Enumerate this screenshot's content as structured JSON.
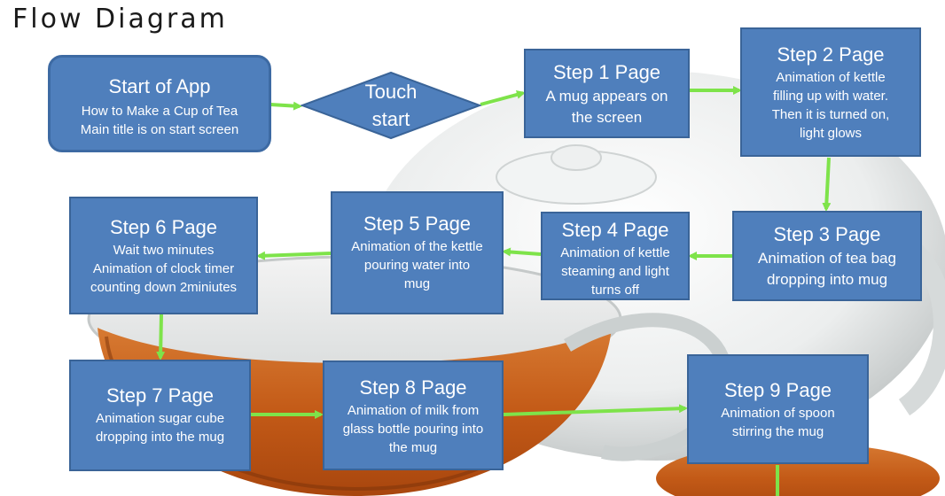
{
  "header": {
    "title": "Flow Diagram"
  },
  "nodes": {
    "start": {
      "title": "Start of App",
      "lines": [
        "How to Make a Cup of Tea",
        "Main title is on start screen"
      ]
    },
    "touch": {
      "lines": [
        "Touch",
        "start"
      ]
    },
    "step1": {
      "title": "Step 1 Page",
      "lines": [
        "A mug appears on",
        "the screen"
      ]
    },
    "step2": {
      "title": "Step 2 Page",
      "lines": [
        "Animation of kettle",
        "filling up with water.",
        "Then it is turned on,",
        "light glows"
      ]
    },
    "step3": {
      "title": "Step 3 Page",
      "lines": [
        "Animation of tea bag",
        "dropping into mug"
      ]
    },
    "step4": {
      "title": "Step 4 Page",
      "lines": [
        "Animation of kettle",
        "steaming and light",
        "turns off"
      ]
    },
    "step5": {
      "title": "Step 5 Page",
      "lines": [
        "Animation of the kettle",
        "pouring water  into",
        "mug"
      ]
    },
    "step6": {
      "title": "Step 6 Page",
      "lines": [
        "Wait two minutes",
        "Animation of clock timer",
        "counting down 2miniutes"
      ]
    },
    "step7": {
      "title": "Step 7 Page",
      "lines": [
        "Animation sugar cube",
        "dropping into the mug"
      ]
    },
    "step8": {
      "title": "Step 8 Page",
      "lines": [
        "Animation  of milk from",
        "glass bottle pouring into",
        "the mug"
      ]
    },
    "step9": {
      "title": "Step 9 Page",
      "lines": [
        "Animation of spoon",
        "stirring the mug"
      ]
    }
  },
  "colors": {
    "box": "#4f7fbc",
    "border": "#3a6498",
    "arrow": "#7ee34a",
    "tea": "#c9621f"
  }
}
